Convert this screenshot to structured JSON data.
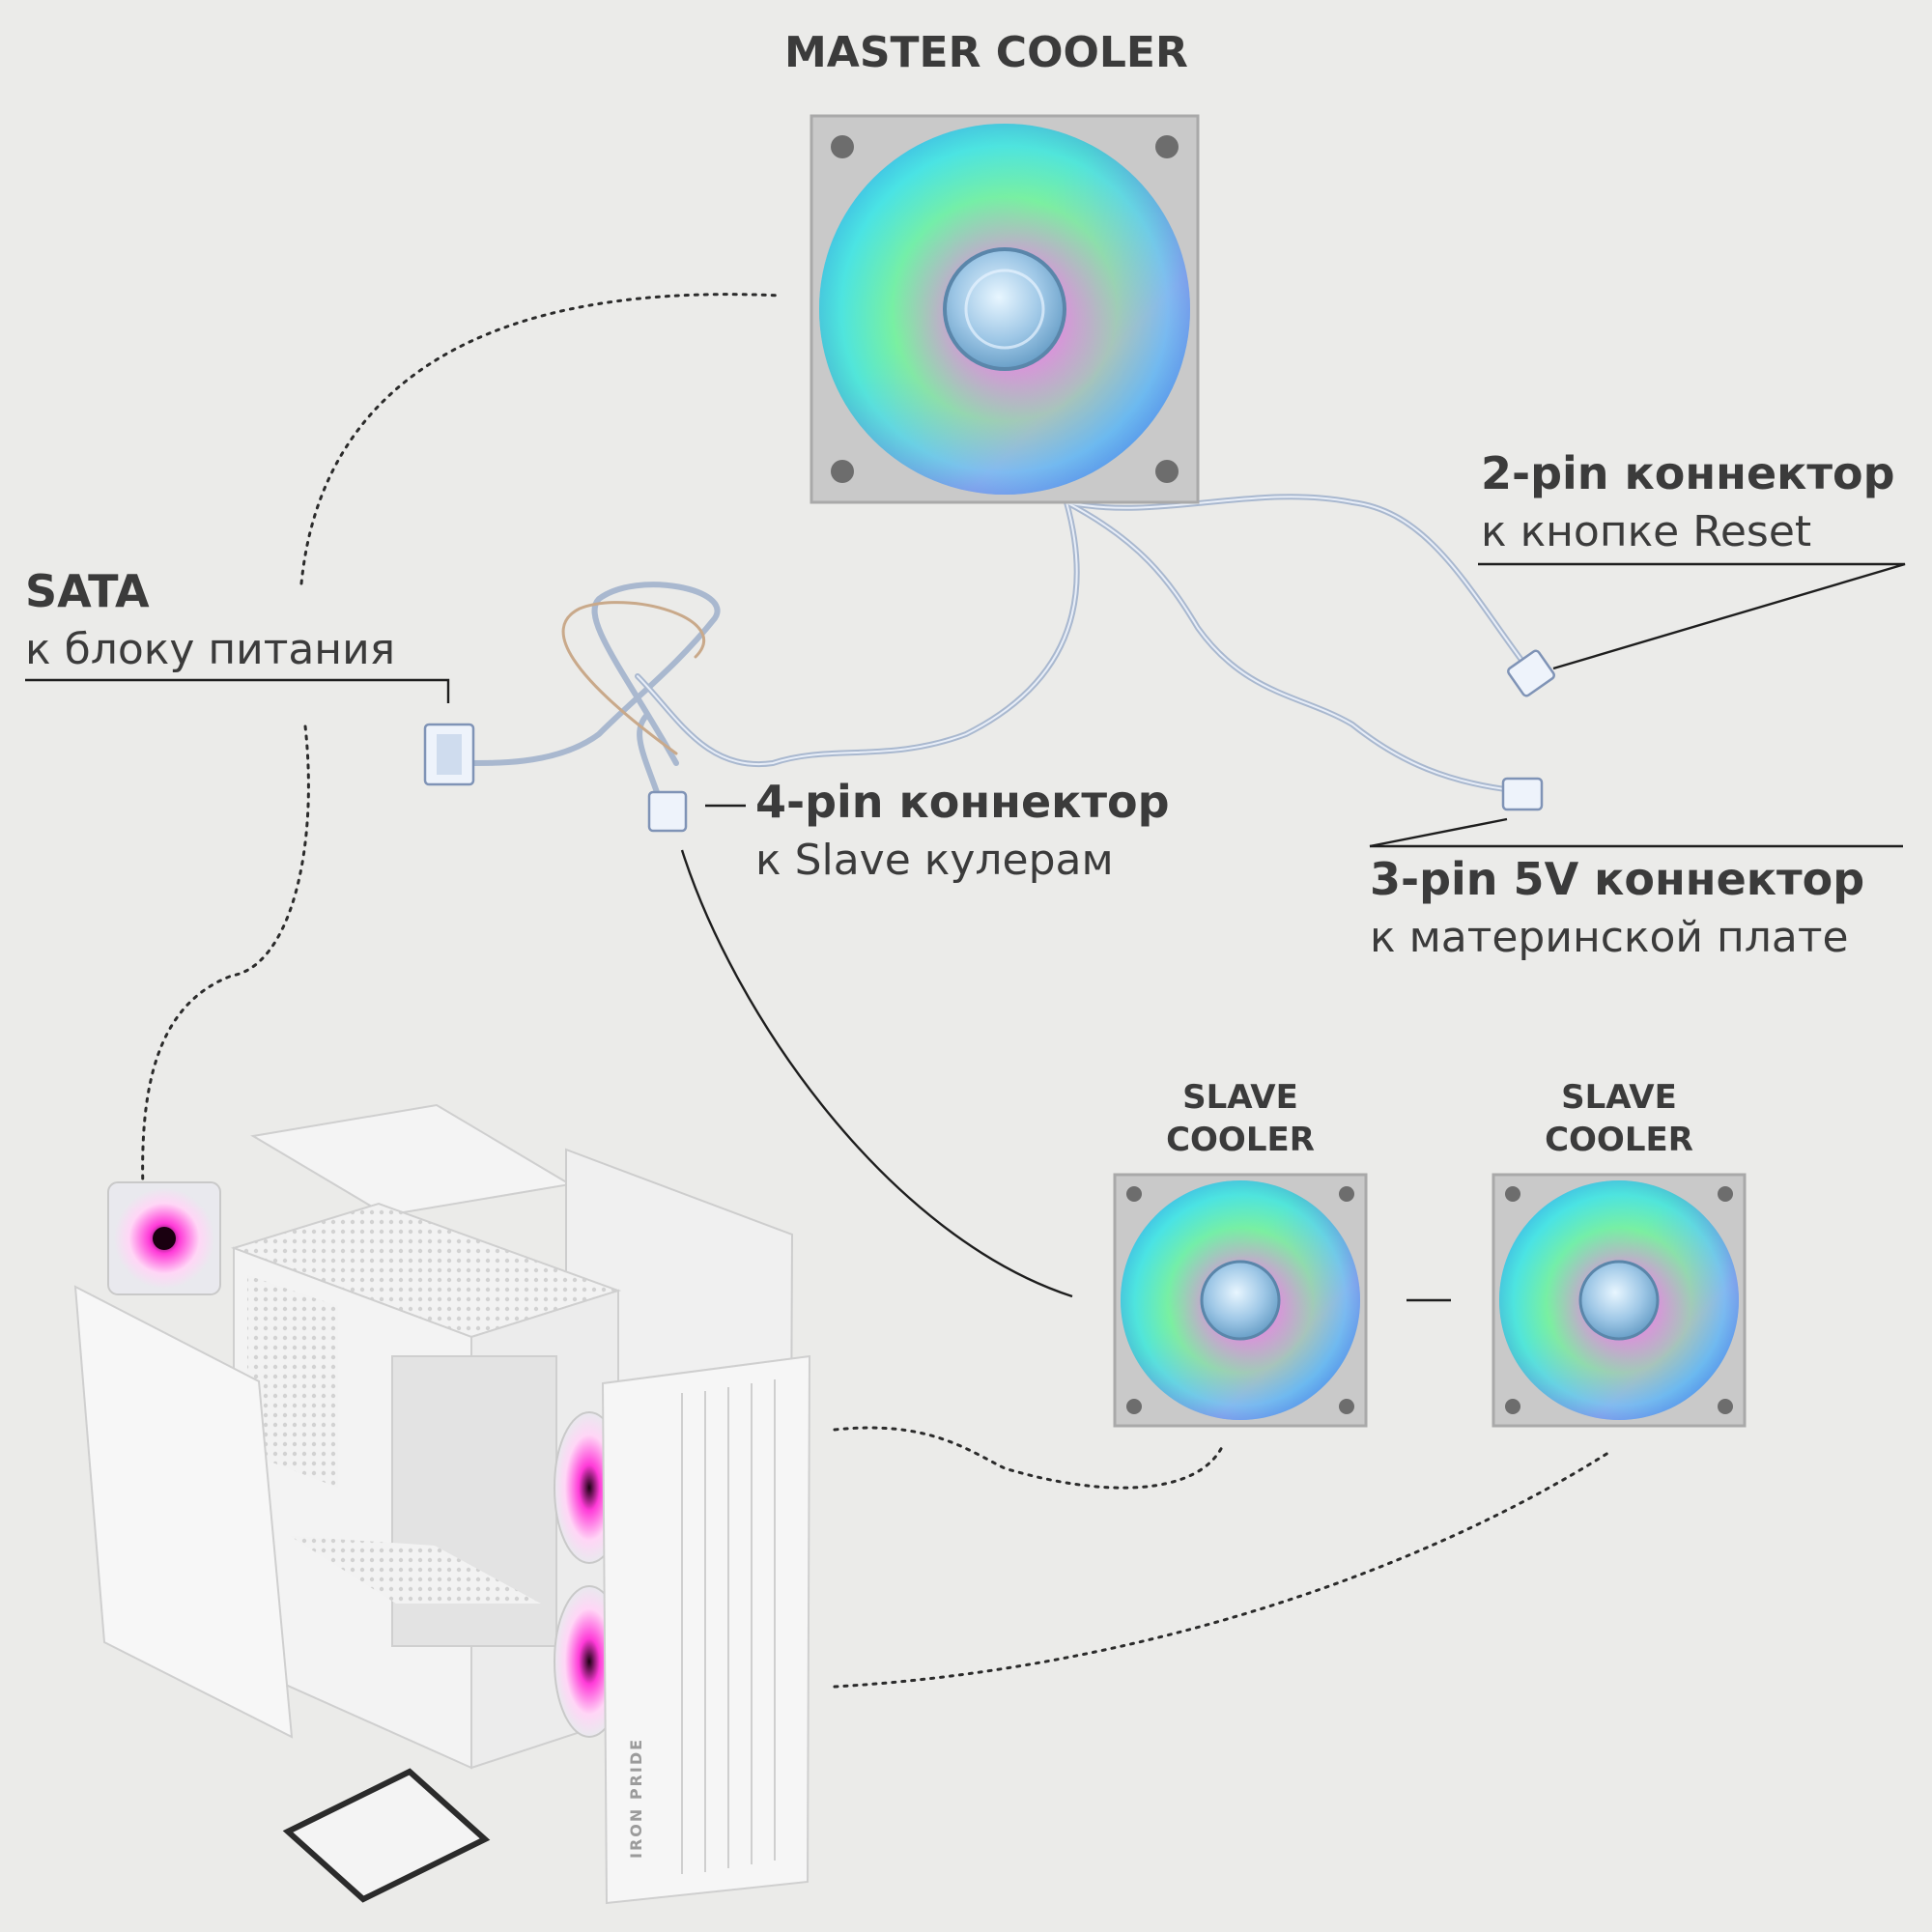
{
  "labels": {
    "master_title": "MASTER COOLER",
    "slave_title_1": "SLAVE\nCOOLER",
    "slave_title_2": "SLAVE\nCOOLER",
    "sata_head": "SATA",
    "sata_desc": "к блоку питания",
    "pin2_head": "2-pin коннектор",
    "pin2_desc": "к кнопке Reset",
    "pin4_head": "4-pin коннектор",
    "pin4_desc": "к Slave кулерам",
    "pin3_head": "3-pin 5V коннектор",
    "pin3_desc": "к материнской плате",
    "case_brand": "IRON PRIDE"
  },
  "colors": {
    "background": "#ebebe9",
    "text": "#3b3b3b",
    "fan_frame": "#c9c9c9",
    "fan_cyan": "#3ee0f5",
    "fan_green": "#7af0a0",
    "fan_pink": "#f07ee8",
    "fan_blue": "#2f8fe8",
    "case_white": "#f4f4f4",
    "case_magenta": "#ff3ad8",
    "cable": "#c8d4e6"
  },
  "icons": {
    "master_fan": "rgb-fan",
    "slave_fan": "rgb-fan",
    "case": "pc-case-exploded",
    "connectors": [
      "sata-connector",
      "4-pin-connector",
      "2-pin-connector",
      "3-pin-connector"
    ]
  }
}
